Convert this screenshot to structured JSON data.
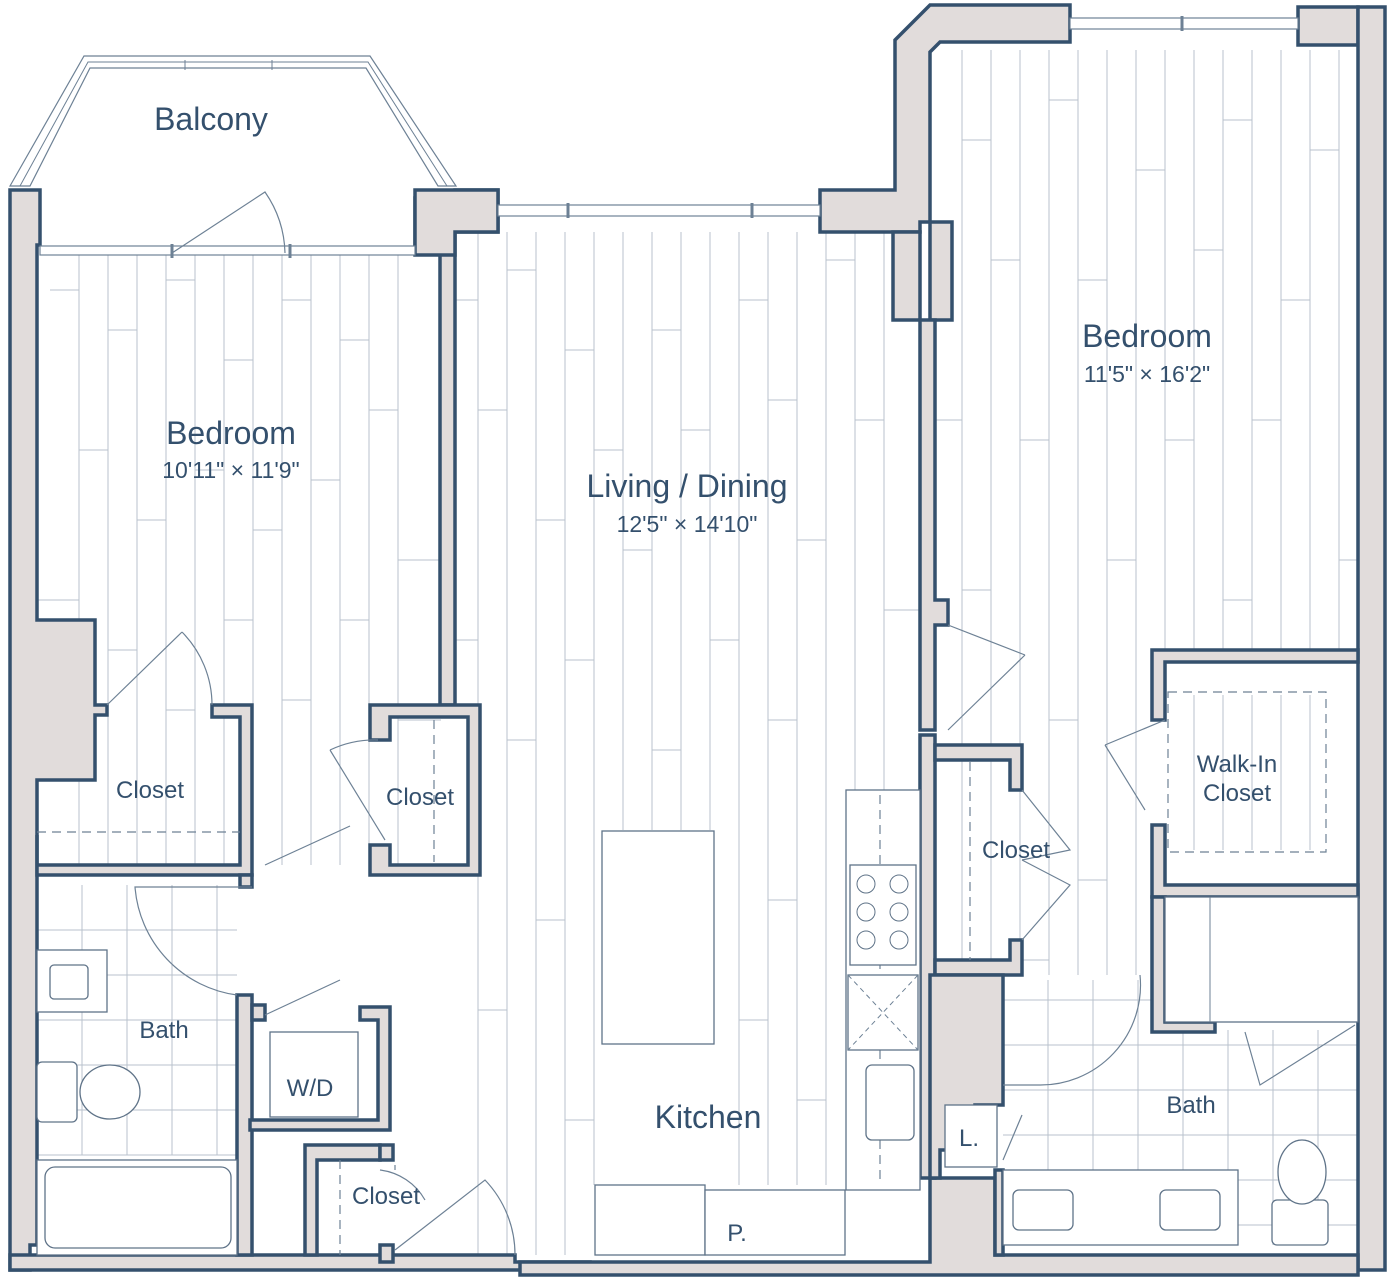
{
  "rooms": {
    "balcony": {
      "name": "Balcony"
    },
    "bedroom_left": {
      "name": "Bedroom",
      "dims": "10'11\" × 11'9\""
    },
    "living_dining": {
      "name": "Living / Dining",
      "dims": "12'5\" × 14'10\""
    },
    "bedroom_right": {
      "name": "Bedroom",
      "dims": "11'5\" × 16'2\""
    },
    "closet_bedroom_left": {
      "name": "Closet"
    },
    "closet_hall": {
      "name": "Closet"
    },
    "closet_bedroom_right": {
      "name": "Closet"
    },
    "walk_in_closet": {
      "line1": "Walk-In",
      "line2": "Closet"
    },
    "bath_left": {
      "name": "Bath"
    },
    "washer_dryer": {
      "name": "W/D"
    },
    "closet_entry": {
      "name": "Closet"
    },
    "kitchen": {
      "name": "Kitchen"
    },
    "pantry": {
      "name": "P."
    },
    "linen": {
      "name": "L."
    },
    "bath_right": {
      "name": "Bath"
    }
  },
  "colors": {
    "wall_outline": "#34506d",
    "wall_fill": "#e1dcdb",
    "floor_lines": "#b9c2cc",
    "text": "#34506d"
  }
}
